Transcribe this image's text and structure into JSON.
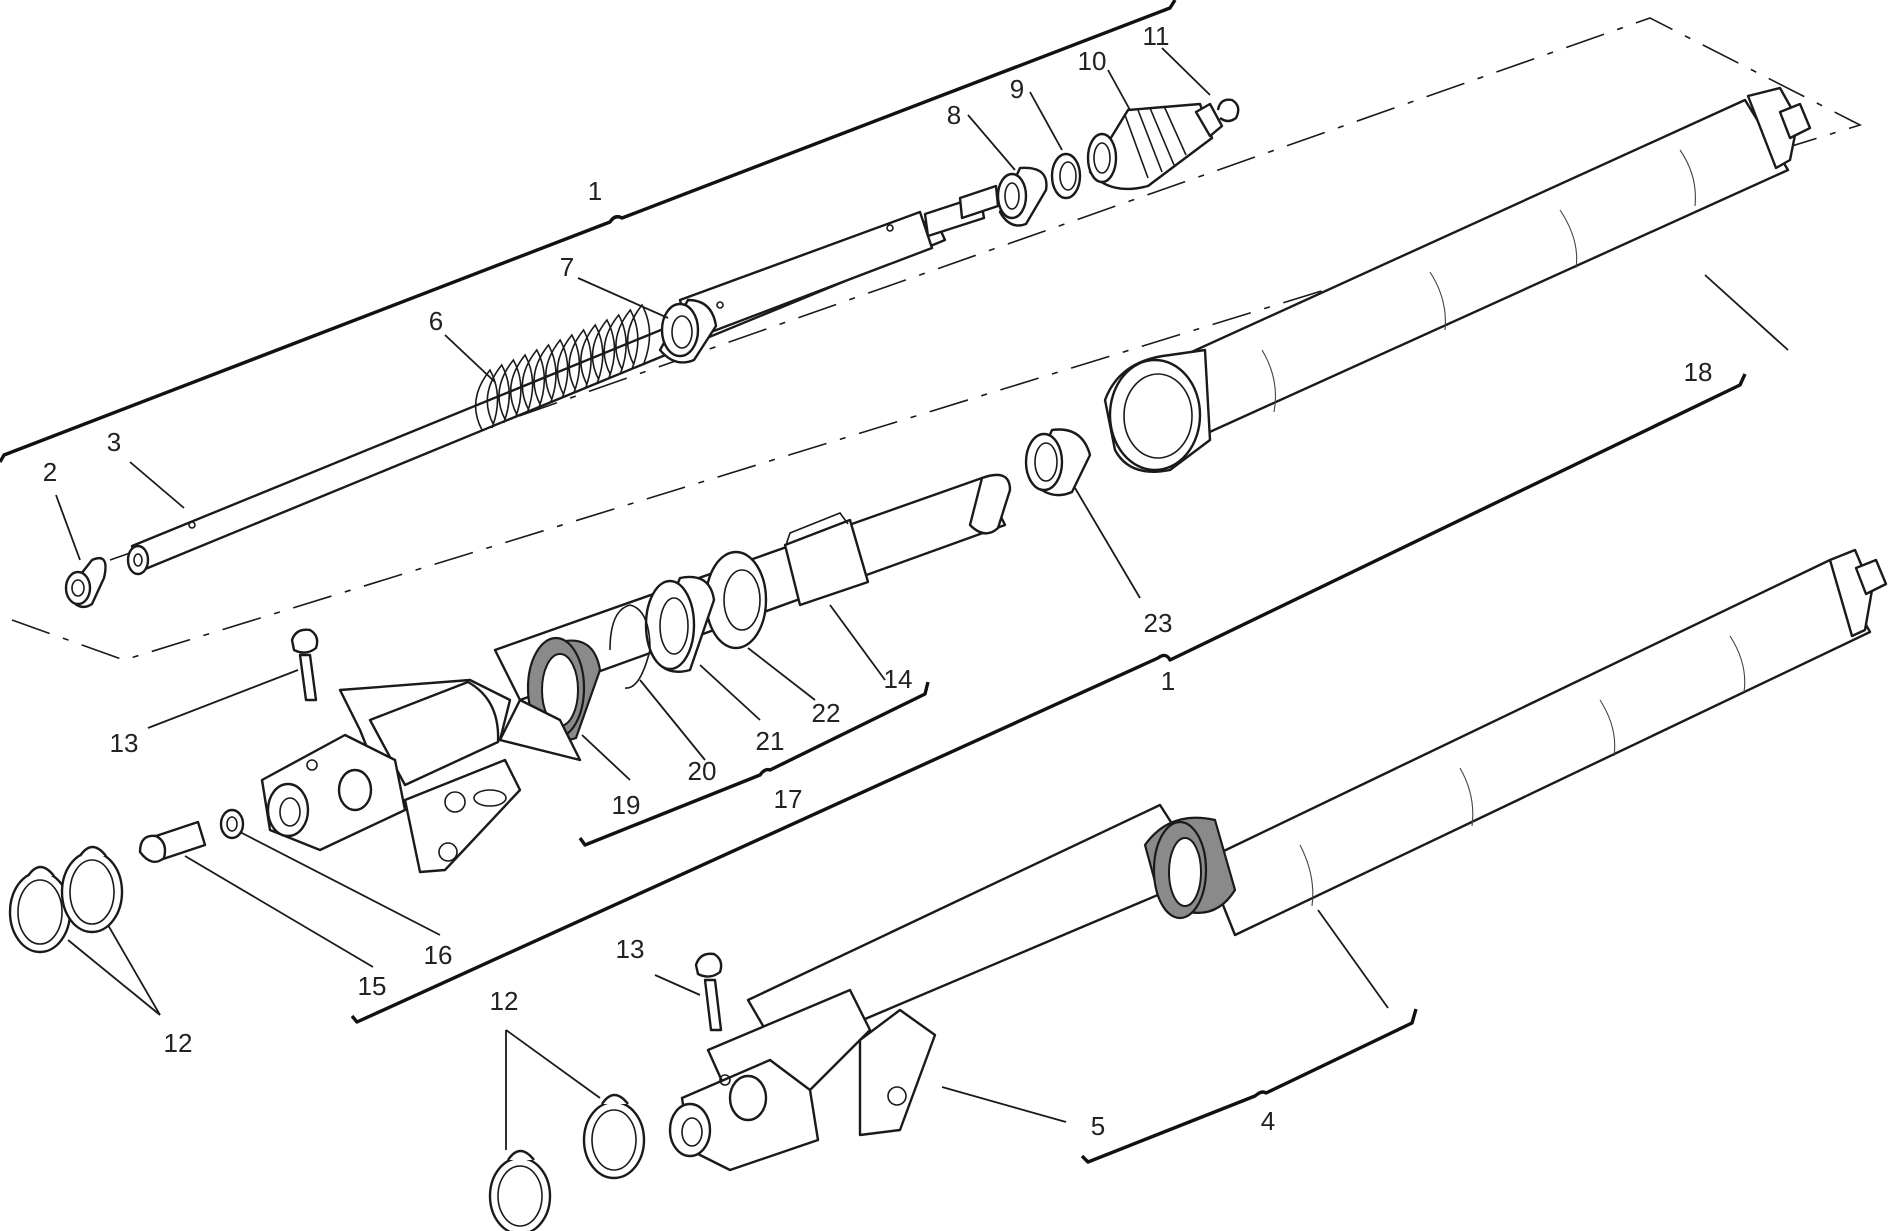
{
  "labels": [
    {
      "id": "l1a",
      "text": "1"
    },
    {
      "id": "l1b",
      "text": "1"
    },
    {
      "id": "l2",
      "text": "2"
    },
    {
      "id": "l3",
      "text": "3"
    },
    {
      "id": "l4",
      "text": "4"
    },
    {
      "id": "l5",
      "text": "5"
    },
    {
      "id": "l6",
      "text": "6"
    },
    {
      "id": "l7",
      "text": "7"
    },
    {
      "id": "l8",
      "text": "8"
    },
    {
      "id": "l9",
      "text": "9"
    },
    {
      "id": "l10",
      "text": "10"
    },
    {
      "id": "l11",
      "text": "11"
    },
    {
      "id": "l12a",
      "text": "12"
    },
    {
      "id": "l12b",
      "text": "12"
    },
    {
      "id": "l13a",
      "text": "13"
    },
    {
      "id": "l13b",
      "text": "13"
    },
    {
      "id": "l14",
      "text": "14"
    },
    {
      "id": "l15",
      "text": "15"
    },
    {
      "id": "l16",
      "text": "16"
    },
    {
      "id": "l17",
      "text": "17"
    },
    {
      "id": "l18",
      "text": "18"
    },
    {
      "id": "l19",
      "text": "19"
    },
    {
      "id": "l20",
      "text": "20"
    },
    {
      "id": "l21",
      "text": "21"
    },
    {
      "id": "l22",
      "text": "22"
    },
    {
      "id": "l23",
      "text": "23"
    }
  ]
}
